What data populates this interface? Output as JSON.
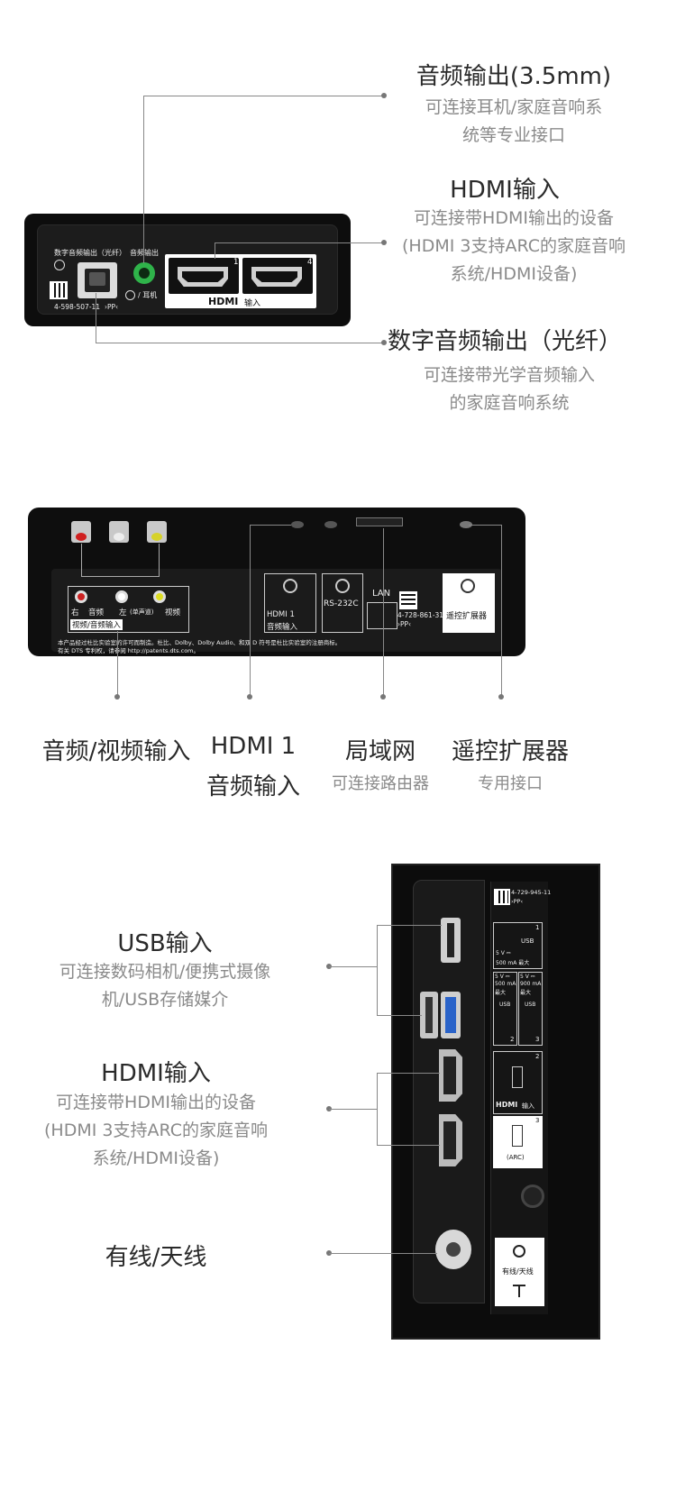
{
  "section1": {
    "audio_out": {
      "title": "音频输出(3.5mm)",
      "desc1": "可连接耳机/家庭音响系",
      "desc2": "统等专业接口"
    },
    "hdmi_in": {
      "title": "HDMI输入",
      "desc1": "可连接带HDMI输出的设备",
      "desc2": "(HDMI 3支持ARC的家庭音响",
      "desc3": "系统/HDMI设备)"
    },
    "optical_out": {
      "title": "数字音频输出（光纤）",
      "desc1": "可连接带光学音频输入",
      "desc2": "的家庭音响系统"
    },
    "panel": {
      "optical_label": "数字音频输出（光纤）",
      "audio_label": "音频输出",
      "headphone_label": "/ 耳机",
      "part_number": "4-598-507-11",
      "ppc": "›PP‹",
      "hdmi_port_1": "1",
      "hdmi_port_4": "4",
      "hdmi_logo": "HDMI",
      "hdmi_logo_suffix": "输入"
    }
  },
  "section2": {
    "panel": {
      "av_right": "右",
      "av_audio": "音频",
      "av_left": "左",
      "av_mono": "(单声道)",
      "av_video": "视频",
      "av_input": "视频/音频输入",
      "hdmi1_label_1": "HDMI 1",
      "hdmi1_label_2": "音频输入",
      "rs232c": "RS-232C",
      "lan": "LAN",
      "part_number": "4-728-861-31",
      "ppc": "›PP‹",
      "remote_ext": "遥控扩展器",
      "footer1": "本产品经过杜比实验室的许可而制造。杜比、Dolby、Dolby Audio、和双 D 符号是杜比实验室的注册商标。",
      "footer2": "有关 DTS 专利权，请参阅 http://patents.dts.com。"
    },
    "labels": {
      "av_title": "音频/视频输入",
      "hdmi1_title_1": "HDMI 1",
      "hdmi1_title_2": "音频输入",
      "lan_title": "局域网",
      "lan_desc": "可连接路由器",
      "remote_title": "遥控扩展器",
      "remote_desc": "专用接口"
    }
  },
  "section3": {
    "usb": {
      "title": "USB输入",
      "desc1": "可连接数码相机/便携式摄像",
      "desc2": "机/USB存储媒介"
    },
    "hdmi": {
      "title": "HDMI输入",
      "desc1": "可连接带HDMI输出的设备",
      "desc2": "(HDMI 3支持ARC的家庭音响",
      "desc3": "系统/HDMI设备)"
    },
    "antenna": {
      "title": "有线/天线"
    },
    "panel": {
      "part_number": "4-729-945-11",
      "ppc": "›PP‹",
      "usb1_num": "1",
      "usb1_spec1": "5 V ⎓",
      "usb1_spec2": "500 mA 最大",
      "usb2_num": "2",
      "usb2_spec1": "5 V ⎓",
      "usb2_spec2": "500 mA",
      "usb2_spec3": "最大",
      "usb3_num": "3",
      "usb3_spec1": "5 V ⎓",
      "usb3_spec2": "900 mA",
      "usb3_spec3": "最大",
      "usb_word": "USB",
      "hdmi2_num": "2",
      "hdmi3_num": "3",
      "hdmi_logo": "HDMI",
      "hdmi_logo_suffix": "输入",
      "arc": "(ARC)",
      "antenna_label": "有线/天线"
    }
  }
}
